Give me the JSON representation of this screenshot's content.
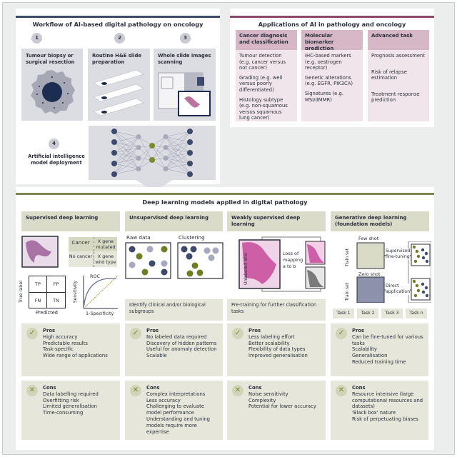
{
  "workflow": {
    "title": "Workflow of AI-based digital pathology on oncology",
    "steps": [
      {
        "num": "1",
        "label": "Tumour biopsy or surgical resection"
      },
      {
        "num": "2",
        "label": "Routine H&E slide preparation"
      },
      {
        "num": "3",
        "label": "Whole slide images scanning"
      },
      {
        "num": "4",
        "label": "Artificial intelligence model deployment"
      }
    ],
    "bar_color": "#3d4a6b"
  },
  "applications": {
    "title": "Applications of AI in pathology and oncology",
    "bar_color": "#8b4a6b",
    "columns": [
      {
        "header": "Cancer diagnosis and classification",
        "items": [
          "Tumour detection (e.g. cancer versus not cancer)",
          "Grading (e.g. well versus poorly differentiated)",
          "Histology subtype (e.g. non-squamous versus squamous lung cancer)"
        ]
      },
      {
        "header": "Molecular biomarker prediction",
        "items": [
          "IHC-based markers (e.g. oestrogen receptor)",
          "Genetic alterations (e.g. EGFR, PIK3CA)",
          "Signatures (e.g. MSI/dMMR)"
        ]
      },
      {
        "header": "Advanced task",
        "items": [
          "Prognosis assessment",
          "Risk of relapse estimation",
          "Treatment response prediction"
        ]
      }
    ]
  },
  "deep": {
    "title": "Deep learning models applied in digital pathology",
    "bar_color": "#7d8650",
    "supervised": {
      "header": "Supervised deep learning",
      "cancer": "Cancer",
      "no_cancer": "No cancer",
      "mutated": "X gene mutated",
      "wild": "X gene wild type",
      "tp": "TP",
      "fp": "FP",
      "fn": "FN",
      "tn": "TN",
      "true_label": "True label",
      "predicted": "Predicted",
      "roc": "ROC",
      "sensitivity": "Sensitivity",
      "specificity": "1-Specificity",
      "pros": [
        "High accuracy",
        "Predictable results",
        "Task-specific",
        "Wide range of applications"
      ],
      "cons": [
        "Data labelling required",
        "Overfitting risk",
        "Limited generalisation",
        "Time-consuming"
      ]
    },
    "unsupervised": {
      "header": "Unsupervised deep learning",
      "raw": "Raw data",
      "clustering": "Clustering",
      "caption": "Identify clinical and/or biological subgroups",
      "pros": [
        "No labeled data required",
        "Discovery of hidden patterns",
        "Useful for anomaly detection",
        "Scalable"
      ],
      "cons": [
        "Complex interpretations",
        "Less accuracy",
        "Challenging to evaluate model performance",
        "Understanding and tuning models require more expertise"
      ]
    },
    "weakly": {
      "header": "Weakly supervised deep learning",
      "wsi": "Unlabeled WSI",
      "loss": "Loss of mapping a to b",
      "caption": "Pre-training for further classification tasks",
      "pros": [
        "Less labeling effort",
        "Better scalability",
        "Flexibility of data types",
        "Improved generalisation"
      ],
      "cons": [
        "Noise sensitivity",
        "Complexity",
        "Potential for lower accuracy"
      ]
    },
    "generative": {
      "header": "Generative deep learning (foundation models)",
      "few": "Few shot",
      "zero": "Zero shot",
      "train": "Train set",
      "sft": "Supervised fine-tuning",
      "direct": "Direct application",
      "tasks": [
        "Task 1",
        "Task 2",
        "Task 3",
        "Task n"
      ],
      "pros": [
        "Can be fine-tuned for various tasks",
        "Scalability",
        "Generalisation",
        "Reduced training time"
      ],
      "cons": [
        "Resource intensive (large computational resources and datasets)",
        "'Black box' nature",
        "Risk of perpetuating biases"
      ]
    },
    "pros_label": "Pros",
    "cons_label": "Cons"
  }
}
